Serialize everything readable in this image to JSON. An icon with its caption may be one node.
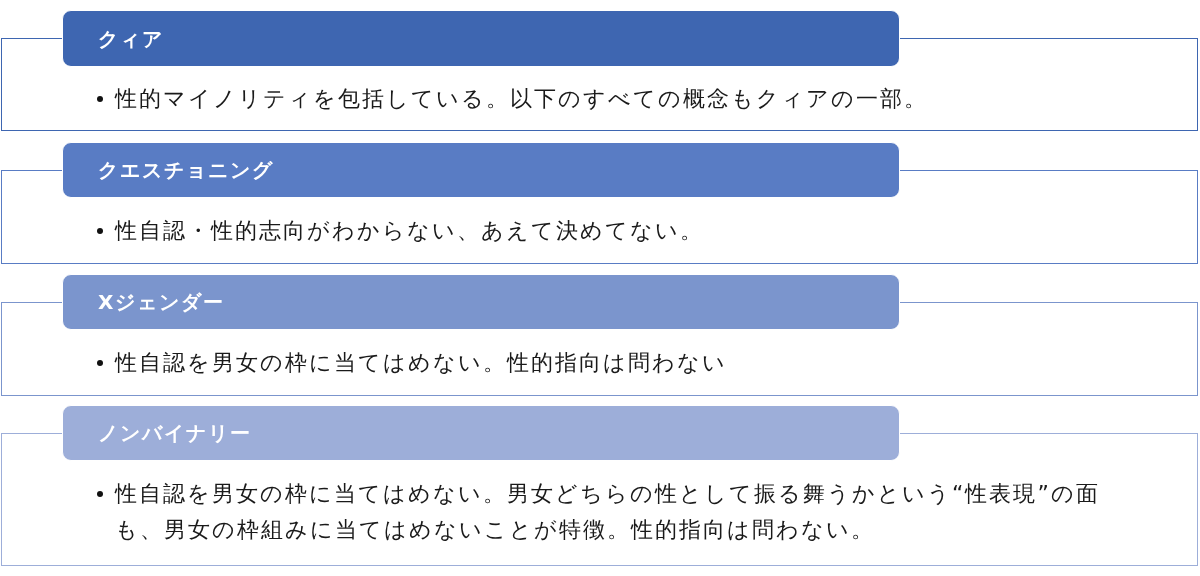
{
  "diagram": {
    "nodes": [
      {
        "text": [
          "クィア"
        ]
      },
      {
        "text": [
          "性的マイノリティを包括している。以下のすべての概念もクィアの一部。"
        ]
      },
      {
        "text": [
          "クエスチョニング"
        ]
      },
      {
        "text": [
          "性自認・性的志向がわからない、あえて決めてない。"
        ]
      },
      {
        "text": [
          "Xジェンダー"
        ]
      },
      {
        "text": [
          "性自認を男女の枠に当てはめない。性的指向は問わない"
        ]
      },
      {
        "text": [
          "ノンバイナリー"
        ]
      },
      {
        "text": [
          "性自認を男女の枠に当てはめない。男女どちらの性として振る舞うかという“性表現”の面も、男女の枠組みに当てはめないことが特徴。性的指向は問わない。"
        ]
      }
    ]
  }
}
